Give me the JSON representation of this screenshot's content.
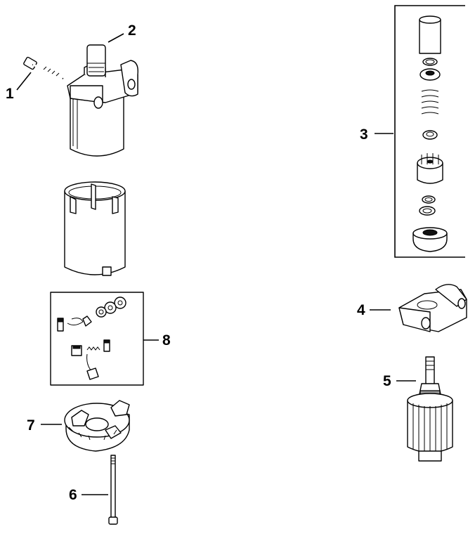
{
  "callouts": {
    "c1": "1",
    "c2": "2",
    "c3": "3",
    "c4": "4",
    "c5": "5",
    "c6": "6",
    "c7": "7",
    "c8": "8"
  },
  "icons": {
    "part1": "bolt-icon",
    "part2": "starter-motor-assembly-icon",
    "part3": "drive-kit-icon",
    "part4": "drive-end-cap-icon",
    "part5": "armature-icon",
    "part6": "through-bolt-icon",
    "part7": "brush-holder-plate-icon",
    "part8": "brush-kit-icon"
  },
  "colors": {
    "ink": "#000000",
    "background": "#ffffff"
  }
}
